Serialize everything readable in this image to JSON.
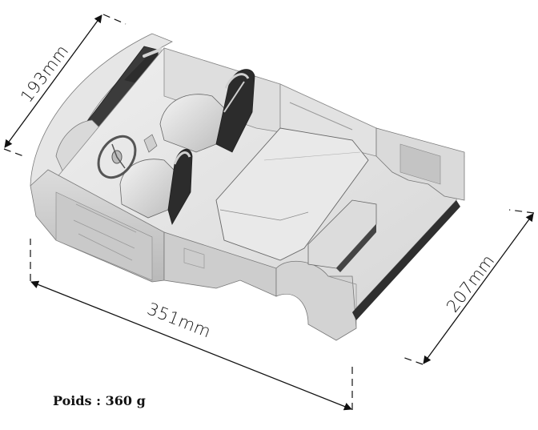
{
  "figure": {
    "subject": "vehicle floor pan / chassis tub with seats, steering wheel and dashboard",
    "view": "isometric 3D render, grayscale"
  },
  "dimensions": {
    "width": {
      "value": 193,
      "unit": "mm",
      "label": "193mm"
    },
    "length": {
      "value": 351,
      "unit": "mm",
      "label": "351mm"
    },
    "depth": {
      "value": 207,
      "unit": "mm",
      "label": "207mm"
    }
  },
  "weight": {
    "label": "Poids : 360 g",
    "value": 360,
    "unit": "g"
  },
  "colors": {
    "background": "#ffffff",
    "line": "#111111",
    "part_light": "#e4e4e4",
    "part_mid": "#c8c8c8",
    "part_dark": "#3a3a3a"
  }
}
